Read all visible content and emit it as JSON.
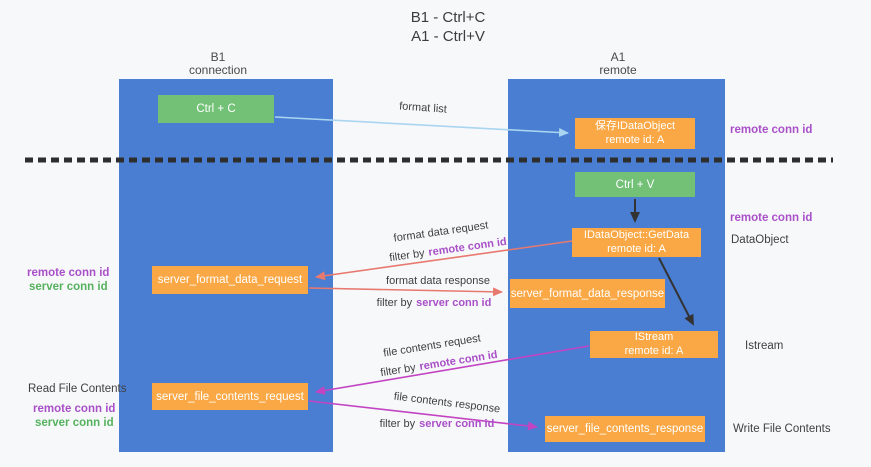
{
  "title": {
    "line1": "B1 - Ctrl+C",
    "line2": "A1 - Ctrl+V"
  },
  "columns": {
    "left": {
      "name": "B1",
      "role": "connection"
    },
    "right": {
      "name": "A1",
      "role": "remote"
    }
  },
  "boxes": {
    "ctrl_c": {
      "label": "Ctrl + C"
    },
    "ctrl_v": {
      "label": "Ctrl + V"
    },
    "save_dataobject": {
      "line1": "保存IDataObject",
      "line2": "remote id: A"
    },
    "getdata": {
      "line1": "IDataObject::GetData",
      "line2": "remote id: A"
    },
    "istream": {
      "line1": "IStream",
      "line2": "remote id: A"
    },
    "format_request": {
      "label": "server_format_data_request"
    },
    "format_response": {
      "label": "server_format_data_response"
    },
    "file_request": {
      "label": "server_file_contents_request"
    },
    "file_response": {
      "label": "server_file_contents_response"
    }
  },
  "arrows": {
    "format_list": {
      "label": "format list"
    },
    "format_data_request": {
      "label": "format data request",
      "filter_prefix": "filter by",
      "filter_key": "remote conn id"
    },
    "format_data_response": {
      "label": "format data response",
      "filter_prefix": "filter by",
      "filter_key": "server conn id"
    },
    "file_contents_request": {
      "label": "file contents request",
      "filter_prefix": "filter by",
      "filter_key": "remote conn id"
    },
    "file_contents_response": {
      "label": "file contents response",
      "filter_prefix": "filter by",
      "filter_key": "server conn id"
    }
  },
  "side_labels": {
    "right_remote_conn_top": "remote conn id",
    "right_remote_conn_mid": "remote conn id",
    "dataobject": "DataObject",
    "istream": "Istream",
    "write_file_contents": "Write File Contents",
    "read_file_contents": "Read File Contents",
    "left_remote_conn_top": "remote conn id",
    "left_server_conn_top": "server conn id",
    "left_remote_conn_bottom": "remote conn id",
    "left_server_conn_bottom": "server conn id"
  },
  "colors": {
    "column_blue": "#4a7ed3",
    "box_orange": "#f9a845",
    "box_green": "#72c177",
    "arrow_light_blue": "#a9d5f0",
    "arrow_salmon": "#e8796f",
    "arrow_magenta": "#c344c3",
    "arrow_black": "#333333",
    "dashed_divider": "#2e2e2e",
    "conn_id_purple": "#a950c8",
    "conn_id_green": "#55b25e"
  }
}
